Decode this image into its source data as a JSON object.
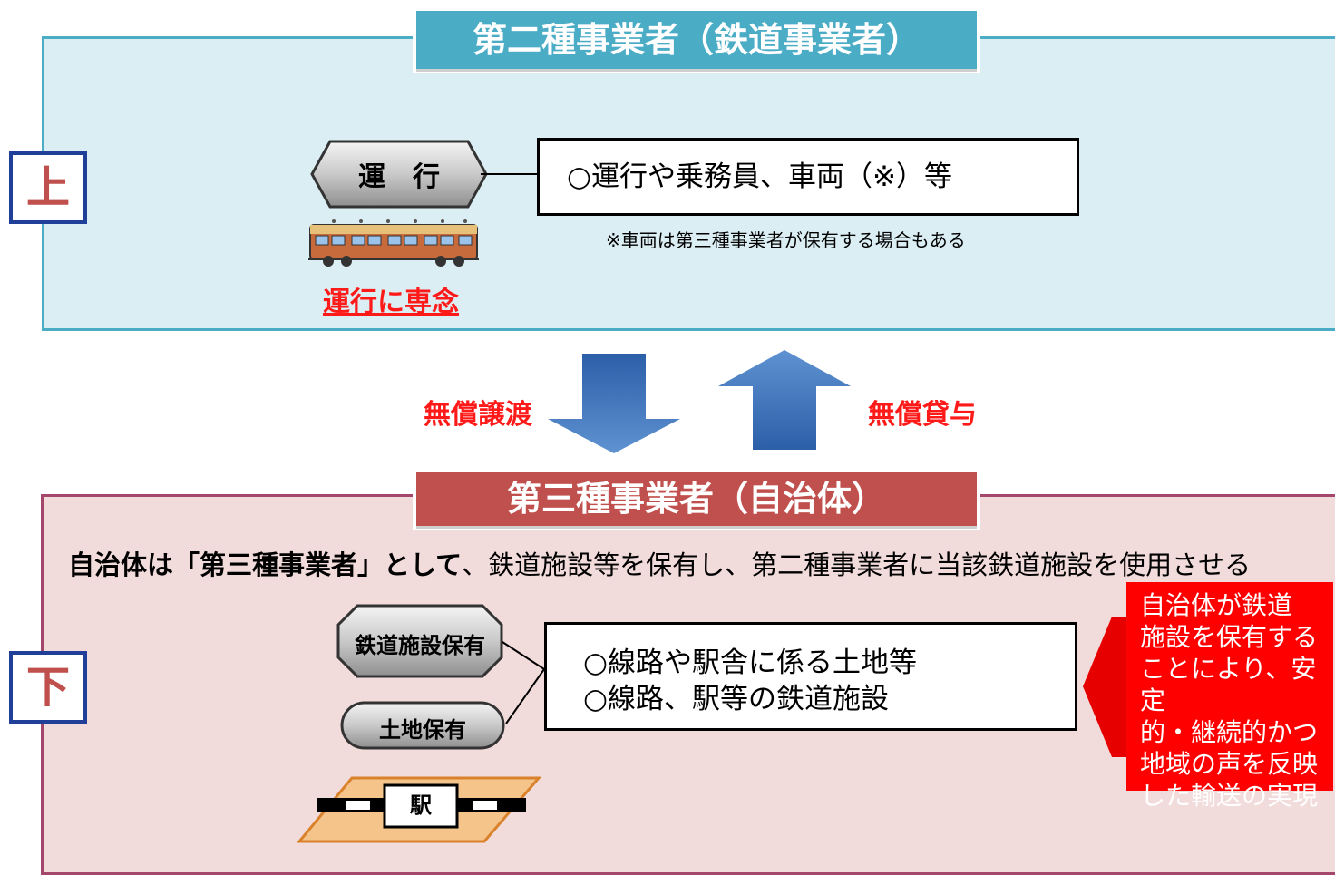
{
  "upper": {
    "title": "第二種事業者（鉄道事業者）",
    "side_label": "上",
    "operation_tag": "運　行",
    "box_text": "○運行や乗務員、車両（※）等",
    "note": "※車両は第三種事業者が保有する場合もある",
    "focus_caption": "運行に専念"
  },
  "transfer": {
    "down_label": "無償譲渡",
    "up_label": "無償貸与"
  },
  "lower": {
    "title": "第三種事業者（自治体）",
    "side_label": "下",
    "description_bold": "自治体は「第三種事業者」として",
    "description_rest": "、鉄道施設等を保有し、第二種事業者に当該鉄道施設を使用させる",
    "facility_tag": "鉄道施設保有",
    "land_tag": "土地保有",
    "box_lines": [
      "○線路や駅舎に係る土地等",
      "○線路、駅等の鉄道施設"
    ],
    "station_label": "駅",
    "callout_lines": [
      "自治体が鉄道",
      "施設を保有する",
      "ことにより、安定",
      "的・継続的かつ",
      "地域の声を反映",
      "した輸送の実現"
    ]
  },
  "colors": {
    "upper_accent": "#4bacc6",
    "lower_accent": "#c0504d",
    "callout_red": "#ff0000",
    "arrow_blue": "#2f6db5"
  }
}
